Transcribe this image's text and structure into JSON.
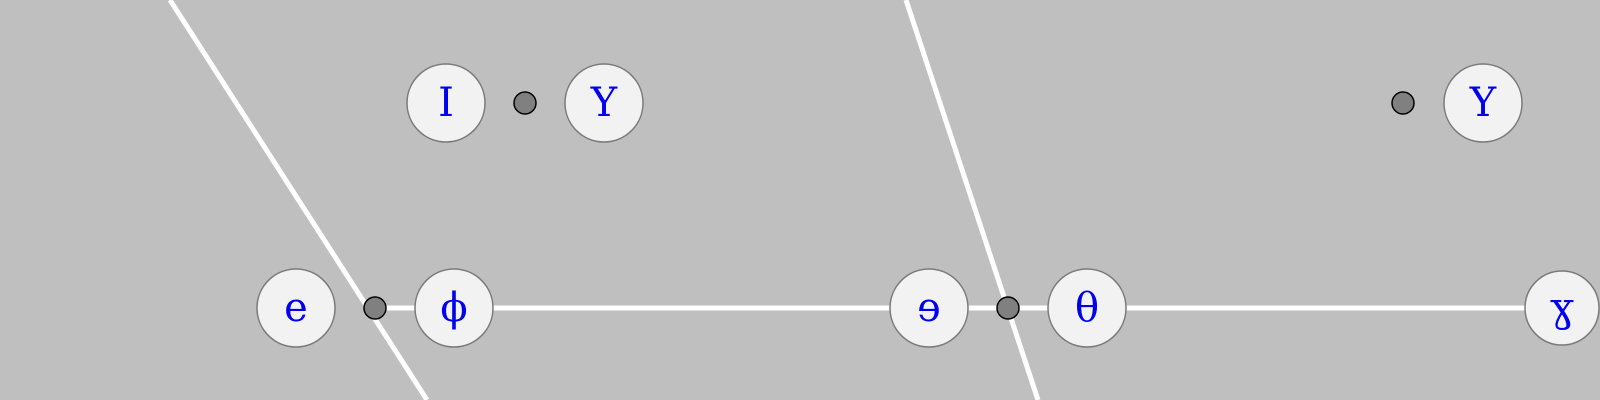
{
  "colors": {
    "background": "#bfbfbf",
    "line": "#ffffff",
    "node_fill": "#f2f2f2",
    "node_stroke": "#7a7a7a",
    "label": "#0000ee",
    "dot_fill": "#808080"
  },
  "nodes": {
    "i_top": "I",
    "upsilon_top_left": "Y",
    "upsilon_top_right": "Y",
    "e": "e",
    "phi": "ϕ",
    "reversed_e": "ɘ",
    "theta": "θ",
    "gamma": "ɣ"
  }
}
